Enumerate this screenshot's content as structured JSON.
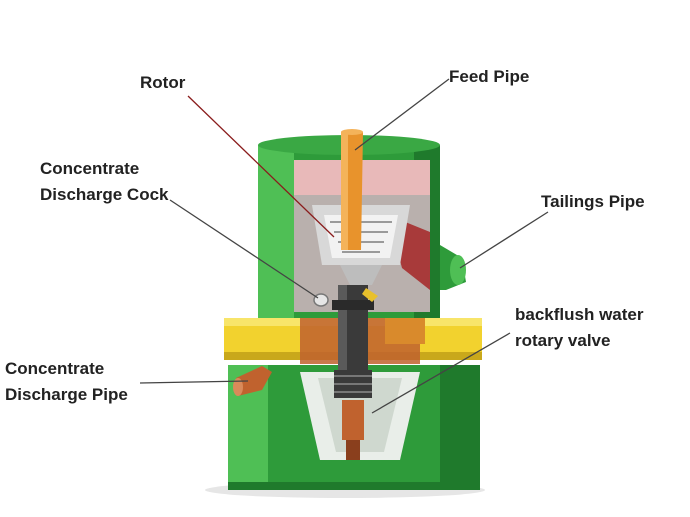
{
  "labels": {
    "rotor": "Rotor",
    "feed_pipe": "Feed Pipe",
    "concentrate_discharge_cock": [
      "Concentrate",
      "Discharge Cock"
    ],
    "tailings_pipe": "Tailings Pipe",
    "backflush_water_rotary_valve": [
      "backflush water",
      "rotary valve"
    ],
    "concentrate_discharge_pipe": [
      "Concentrate",
      "Discharge Pipe"
    ]
  },
  "colors": {
    "machine_green": "#2e9b3a",
    "machine_green_dark": "#1f7a2c",
    "machine_green_light": "#4fbf55",
    "collar_yellow": "#f2d22e",
    "collar_yellow_dark": "#c9a81b",
    "copper": "#c0622e",
    "feed_pipe_orange": "#e8932c",
    "rotor_grey": "#d8d8d8",
    "shaft_dark": "#3a3a3a",
    "leader_line": "#444444",
    "rotor_leader_line": "#8a1c1c"
  }
}
